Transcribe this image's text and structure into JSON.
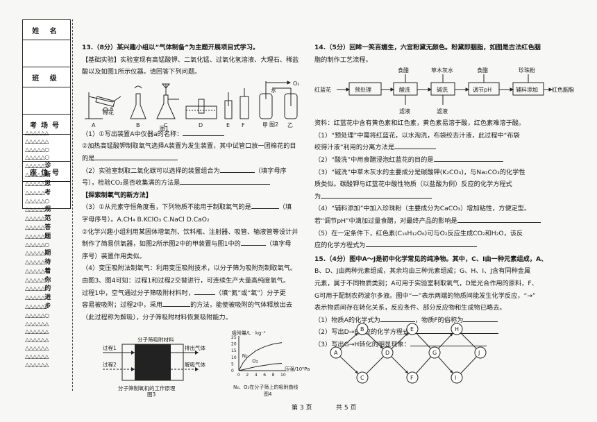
{
  "header": {
    "fields": [
      "姓 名",
      "班 级",
      "考场号",
      "座位号"
    ]
  },
  "seal_text": [
    {
      "line": "△△△△△△",
      "char": ""
    },
    {
      "line": "△△△△△△",
      "char": ""
    },
    {
      "line": "△△△△△○",
      "char": ""
    },
    {
      "line": "△△△△△○",
      "char": ""
    },
    {
      "line": "△△△△△",
      "char": "诊"
    },
    {
      "line": "△△△△△",
      "char": "断"
    },
    {
      "line": "△△△△△",
      "char": "思"
    },
    {
      "line": "△△△△△",
      "char": "考"
    },
    {
      "line": "△△△△△○",
      "char": ""
    },
    {
      "line": "△△△△△",
      "char": "规"
    },
    {
      "line": "△△△△△",
      "char": "范"
    },
    {
      "line": "△△△△△",
      "char": "答"
    },
    {
      "line": "△△△△△",
      "char": "题"
    },
    {
      "line": "△△△△△○",
      "char": ""
    },
    {
      "line": "△△△△△",
      "char": "期"
    },
    {
      "line": "△△△△△",
      "char": "待"
    },
    {
      "line": "△△△△△",
      "char": "着"
    },
    {
      "line": "△△△△△",
      "char": "你"
    },
    {
      "line": "△△△△△",
      "char": "的"
    },
    {
      "line": "△△△△△",
      "char": "进"
    },
    {
      "line": "△△△△△",
      "char": "步"
    },
    {
      "line": "△△△△△○",
      "char": ""
    },
    {
      "line": "△△△△△△",
      "char": ""
    },
    {
      "line": "△△△△△△",
      "char": ""
    },
    {
      "line": "△△△△△△",
      "char": ""
    },
    {
      "line": "△△△△△△",
      "char": ""
    },
    {
      "line": "△△△△△△",
      "char": ""
    },
    {
      "line": "△△△△△△",
      "char": ""
    }
  ],
  "q13": {
    "title": "13.（8分）某兴趣小组以“气体制备”为主题开展项目式学习。",
    "basic_lead": "【基础实验】实验室现有高锰酸钾、二氧化锰、过氧化氢溶液、大理石、稀盐",
    "basic_lead2": "酸以及如图1所示仪器。请回答下列问题。",
    "fig1_labels": [
      "A",
      "B",
      "C",
      "D",
      "E",
      "F",
      "甲",
      "乙"
    ],
    "fig1_caption": "图1",
    "fig2_caption": "图2",
    "fig_cotton": "棉花",
    "fig_water": "水",
    "fig_o2": "O₂",
    "fig_a": "a",
    "q1a": "（1）①写出装置A中仪器a的名称：",
    "q1b": "②加热高锰酸钾制取氧气选择A装置为发生装置，其中试管口放一团棉花的目",
    "q1c": "的是",
    "q2": "（2）实验室制取二氧化碳可以选择的装置组合为",
    "q2b": "（填字母序",
    "q2c": "号），检验CO₂是否收集满的方法是",
    "explore": "【探索制氧气的新方法】",
    "q3": "（3）①从元素守恒角度看，下列物质不能用于制取氧气的是",
    "q3b": "（填",
    "q3c": "字母序号）。A.CH₄    B.KClO₃    C.NaCl    D.CaO₂",
    "q3d": "②化学兴趣小组利用某固体增氧剂、饮料瓶、注射器、吸管、输液管等设计并",
    "q3e": "制作了简易供氧器，如图2所示图2中的甲装置与图1中的",
    "q3f": "（填字母",
    "q3g": "序号）装置作用类似。",
    "q4": "（4）变压吸附法制氧气：利用变压吸附技术，以分子筛为吸附剂制取氧气。",
    "q4b": "由图3、图4可知：过程1和过程2交替进行，可连续生产大量高纯度氧气。",
    "q4c": "过程1中，空气通过分子筛吸附材料时，",
    "q4d": "（填“氮”或“氧”）分子更",
    "q4e": "容易被吸附；过程2中，采用",
    "q4f": "的方法，能使被吸附的气体释放出去",
    "q4g": "（此过程称为解吸），分子筛吸附材料恢复吸附能力。",
    "fig3": {
      "material": "分子筛吸附材料",
      "p1": "过程1",
      "p2": "过程2",
      "out1": "排出气体",
      "out2": "解吸气体",
      "caption1": "分子筛制氧机的工作原理",
      "caption2": "图3"
    },
    "fig4": {
      "ylabel": "吸附量/L · kg⁻¹",
      "xlabel": "压强/10⁵Pa",
      "n2": "N₂",
      "o2": "O₂",
      "caption1": "N₂、O₂在分子筛上的吸附曲线",
      "caption2": "图4"
    }
  },
  "chart_data": {
    "type": "line",
    "xlabel": "压强/10⁵Pa",
    "ylabel": "吸附量/L · kg⁻¹",
    "x_ticks": [
      0,
      2,
      4,
      6,
      8,
      10
    ],
    "y_ticks": [
      0,
      5,
      10,
      15,
      20,
      25
    ],
    "xlim": [
      0,
      10
    ],
    "ylim": [
      0,
      25
    ],
    "series": [
      {
        "name": "N₂",
        "x": [
          0,
          1,
          2,
          4,
          6,
          8,
          10
        ],
        "y": [
          0,
          6,
          10,
          15,
          18,
          20,
          21
        ]
      },
      {
        "name": "O₂",
        "x": [
          0,
          2,
          4,
          6,
          8,
          10
        ],
        "y": [
          0,
          1.5,
          3,
          4,
          5,
          5.5
        ]
      }
    ]
  },
  "q14": {
    "title": "14.（5分）回眸一笑百媚生，六宫粉黛无颜色。粉黛即胭脂，如图是古法红色胭",
    "title2": "脂的制作工艺流程。",
    "flow": {
      "start": "红蓝花",
      "steps": [
        "预处理",
        "酸洗",
        "碱洗",
        "调节pH",
        "辅料添加"
      ],
      "end": "红色胭脂",
      "inputs": [
        "食醋",
        "草木灰水",
        "食醋",
        "珍珠粉"
      ],
      "outputs": [
        "滤液",
        "滤液"
      ]
    },
    "info": "资料：红蓝花中含有黄色素和红色素，黄色素易溶于酸，红色素难溶于酸。",
    "q1": "（1）“预处理”中需将红蓝花，以水淘洗，布袋绞去汁液，此过程中“布袋",
    "q1b": "绞得汁液”利用的分离方法是",
    "q2": "（2）“酸洗”中用食醋浸泡红蓝花的目的是",
    "q3": "（3）“碱洗”中草木灰水的主要成分是碳酸钾(K₂CO₃)，与Na₂CO₃的化学性",
    "q3b": "质类似。碳酸钾与红蓝花中酸性物质（以盐酸为例）反应的化学方程式",
    "q3c": "为",
    "q4": "（4）“辅料添加”中加入珍珠粉（主要成分为CaCO₃）增加粘性，方便定型。",
    "q4b": "若“调节pH”中滴加过量食醋，对最终产品的影响是",
    "q5": "（5）在一定条件下，红色素(C₁₆H₁₂O₆)可与O₂反应生成CO₂和H₂O，该反",
    "q5b": "应的化学方程式为"
  },
  "q15": {
    "title": "15.（4分）图中A～J是初中化学常见的纯净物。其中，C、I由一种元素组成，A、",
    "t2": "B、D、J由两种元素组成，其余均由三种元素组成；G、H、I、J含有同种金属",
    "t3": "元素，属于不同物质类别；A可用于实验室制取氧气，D是光合作用的原料，F、",
    "t4": "G可用于配制农药波尔多液。图中“一”表示两端的物质间能发生化学反应，“→”",
    "t5": "表示物质间存在转化关系，反应条件、部分反应物和生成物已略去。",
    "q1": "（1）物质A的化学式为",
    "q1b": "，物质F的俗称为",
    "q2": "（2）写出D→F反应的化学方程式：",
    "q3": "（3）写出G→H转化的明显现象：",
    "nodes": [
      "A",
      "B",
      "C",
      "D",
      "E",
      "F",
      "G",
      "H",
      "I",
      "J"
    ]
  },
  "footer": {
    "page": "第 3 页",
    "total": "共 5 页"
  }
}
